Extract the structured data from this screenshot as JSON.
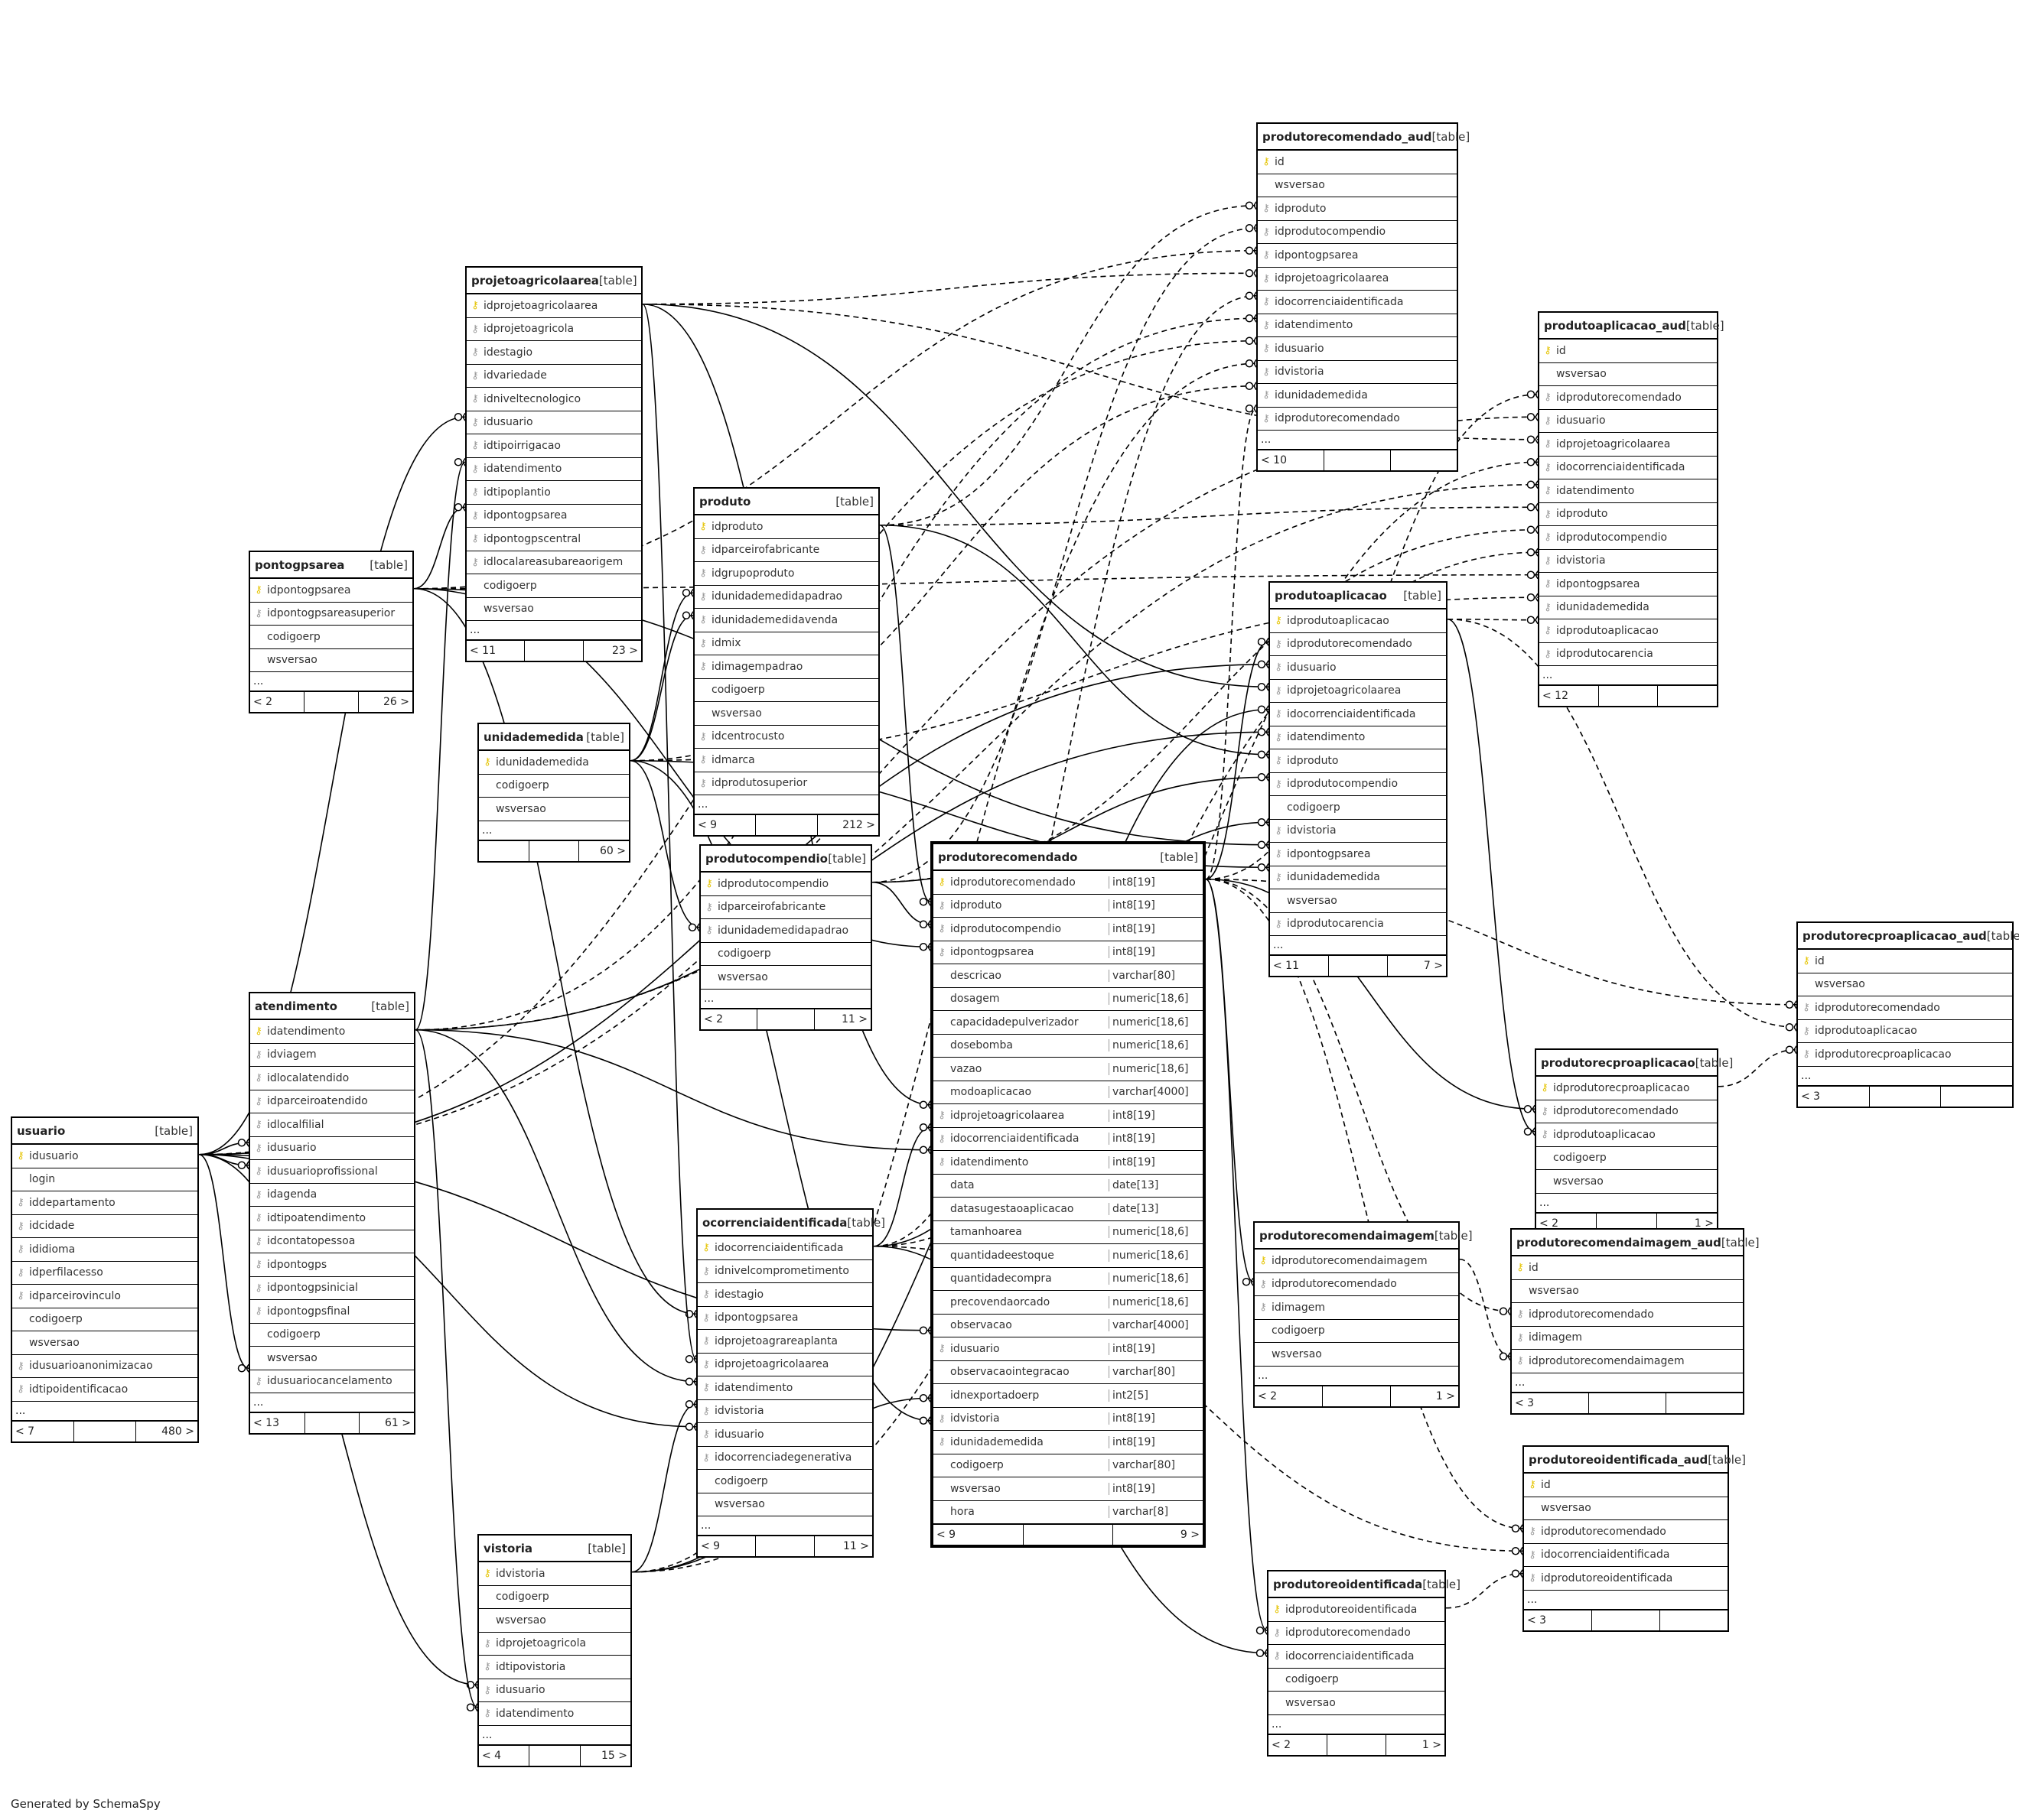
{
  "footer": "Generated by SchemaSpy",
  "type_label": "[table]",
  "more_label": "...",
  "tables": [
    {
      "id": "produtorecomendado_aud",
      "name": "produtorecomendado_aud",
      "cols": [
        [
          "id",
          "pk",
          ""
        ],
        [
          "wsversao",
          "",
          ""
        ],
        [
          "idproduto",
          "fk",
          ""
        ],
        [
          "idprodutocompendio",
          "fk",
          ""
        ],
        [
          "idpontogpsarea",
          "fk",
          ""
        ],
        [
          "idprojetoagricolaarea",
          "fk",
          ""
        ],
        [
          "idocorrenciaidentificada",
          "fk",
          ""
        ],
        [
          "idatendimento",
          "fk",
          ""
        ],
        [
          "idusuario",
          "fk",
          ""
        ],
        [
          "idvistoria",
          "fk",
          ""
        ],
        [
          "idunidademedida",
          "fk",
          ""
        ],
        [
          "idprodutorecomendado",
          "fk",
          ""
        ]
      ],
      "left": "< 10",
      "right": ""
    },
    {
      "id": "produtoaplicacao_aud",
      "name": "produtoaplicacao_aud",
      "cols": [
        [
          "id",
          "pk",
          ""
        ],
        [
          "wsversao",
          "",
          ""
        ],
        [
          "idprodutorecomendado",
          "fk",
          ""
        ],
        [
          "idusuario",
          "fk",
          ""
        ],
        [
          "idprojetoagricolaarea",
          "fk",
          ""
        ],
        [
          "idocorrenciaidentificada",
          "fk",
          ""
        ],
        [
          "idatendimento",
          "fk",
          ""
        ],
        [
          "idproduto",
          "fk",
          ""
        ],
        [
          "idprodutocompendio",
          "fk",
          ""
        ],
        [
          "idvistoria",
          "fk",
          ""
        ],
        [
          "idpontogpsarea",
          "fk",
          ""
        ],
        [
          "idunidademedida",
          "fk",
          ""
        ],
        [
          "idprodutoaplicacao",
          "fk",
          ""
        ],
        [
          "idprodutocarencia",
          "fk",
          ""
        ]
      ],
      "left": "< 12",
      "right": ""
    },
    {
      "id": "projetoagricolaarea",
      "name": "projetoagricolaarea",
      "cols": [
        [
          "idprojetoagricolaarea",
          "pk",
          ""
        ],
        [
          "idprojetoagricola",
          "fk",
          ""
        ],
        [
          "idestagio",
          "fk",
          ""
        ],
        [
          "idvariedade",
          "fk",
          ""
        ],
        [
          "idniveltecnologico",
          "fk",
          ""
        ],
        [
          "idusuario",
          "fk",
          ""
        ],
        [
          "idtipoirrigacao",
          "fk",
          ""
        ],
        [
          "idatendimento",
          "fk",
          ""
        ],
        [
          "idtipoplantio",
          "fk",
          ""
        ],
        [
          "idpontogpsarea",
          "fk",
          ""
        ],
        [
          "idpontogpscentral",
          "fk",
          ""
        ],
        [
          "idlocalareasubareaorigem",
          "fk",
          ""
        ],
        [
          "codigoerp",
          "",
          ""
        ],
        [
          "wsversao",
          "",
          ""
        ]
      ],
      "left": "< 11",
      "right": "23 >"
    },
    {
      "id": "pontogpsarea",
      "name": "pontogpsarea",
      "cols": [
        [
          "idpontogpsarea",
          "pk",
          ""
        ],
        [
          "idpontogpsareasuperior",
          "fk",
          ""
        ],
        [
          "codigoerp",
          "",
          ""
        ],
        [
          "wsversao",
          "",
          ""
        ]
      ],
      "left": "< 2",
      "right": "26 >"
    },
    {
      "id": "produto",
      "name": "produto",
      "cols": [
        [
          "idproduto",
          "pk",
          ""
        ],
        [
          "idparceirofabricante",
          "fk",
          ""
        ],
        [
          "idgrupoproduto",
          "fk",
          ""
        ],
        [
          "idunidademedidapadrao",
          "fk",
          ""
        ],
        [
          "idunidademedidavenda",
          "fk",
          ""
        ],
        [
          "idmix",
          "fk",
          ""
        ],
        [
          "idimagempadrao",
          "fk",
          ""
        ],
        [
          "codigoerp",
          "",
          ""
        ],
        [
          "wsversao",
          "",
          ""
        ],
        [
          "idcentrocusto",
          "fk",
          ""
        ],
        [
          "idmarca",
          "fk",
          ""
        ],
        [
          "idprodutosuperior",
          "fk",
          ""
        ]
      ],
      "left": "< 9",
      "right": "212 >"
    },
    {
      "id": "unidademedida",
      "name": "unidademedida",
      "cols": [
        [
          "idunidademedida",
          "pk",
          ""
        ],
        [
          "codigoerp",
          "",
          ""
        ],
        [
          "wsversao",
          "",
          ""
        ]
      ],
      "left": "",
      "right": "60 >"
    },
    {
      "id": "produtoaplicacao",
      "name": "produtoaplicacao",
      "cols": [
        [
          "idprodutoaplicacao",
          "pk",
          ""
        ],
        [
          "idprodutorecomendado",
          "fk",
          ""
        ],
        [
          "idusuario",
          "fk",
          ""
        ],
        [
          "idprojetoagricolaarea",
          "fk",
          ""
        ],
        [
          "idocorrenciaidentificada",
          "fk",
          ""
        ],
        [
          "idatendimento",
          "fk",
          ""
        ],
        [
          "idproduto",
          "fk",
          ""
        ],
        [
          "idprodutocompendio",
          "fk",
          ""
        ],
        [
          "codigoerp",
          "",
          ""
        ],
        [
          "idvistoria",
          "fk",
          ""
        ],
        [
          "idpontogpsarea",
          "fk",
          ""
        ],
        [
          "idunidademedida",
          "fk",
          ""
        ],
        [
          "wsversao",
          "",
          ""
        ],
        [
          "idprodutocarencia",
          "fk",
          ""
        ]
      ],
      "left": "< 11",
      "right": "7 >"
    },
    {
      "id": "produtocompendio",
      "name": "produtocompendio",
      "cols": [
        [
          "idprodutocompendio",
          "pk",
          ""
        ],
        [
          "idparceirofabricante",
          "fk",
          ""
        ],
        [
          "idunidademedidapadrao",
          "fk",
          ""
        ],
        [
          "codigoerp",
          "",
          ""
        ],
        [
          "wsversao",
          "",
          ""
        ]
      ],
      "left": "< 2",
      "right": "11 >"
    },
    {
      "id": "produtorecomendado",
      "name": "produtorecomendado",
      "main": true,
      "cols": [
        [
          "idprodutorecomendado",
          "pk",
          "int8[19]"
        ],
        [
          "idproduto",
          "fk",
          "int8[19]"
        ],
        [
          "idprodutocompendio",
          "fk",
          "int8[19]"
        ],
        [
          "idpontogpsarea",
          "fk",
          "int8[19]"
        ],
        [
          "descricao",
          "",
          "varchar[80]"
        ],
        [
          "dosagem",
          "",
          "numeric[18,6]"
        ],
        [
          "capacidadepulverizador",
          "",
          "numeric[18,6]"
        ],
        [
          "dosebomba",
          "",
          "numeric[18,6]"
        ],
        [
          "vazao",
          "",
          "numeric[18,6]"
        ],
        [
          "modoaplicacao",
          "",
          "varchar[4000]"
        ],
        [
          "idprojetoagricolaarea",
          "fk",
          "int8[19]"
        ],
        [
          "idocorrenciaidentificada",
          "fk",
          "int8[19]"
        ],
        [
          "idatendimento",
          "fk",
          "int8[19]"
        ],
        [
          "data",
          "",
          "date[13]"
        ],
        [
          "datasugestaoaplicacao",
          "",
          "date[13]"
        ],
        [
          "tamanhoarea",
          "",
          "numeric[18,6]"
        ],
        [
          "quantidadeestoque",
          "",
          "numeric[18,6]"
        ],
        [
          "quantidadecompra",
          "",
          "numeric[18,6]"
        ],
        [
          "precovendaorcado",
          "",
          "numeric[18,6]"
        ],
        [
          "observacao",
          "",
          "varchar[4000]"
        ],
        [
          "idusuario",
          "fk",
          "int8[19]"
        ],
        [
          "observacaointegracao",
          "",
          "varchar[80]"
        ],
        [
          "idnexportadoerp",
          "",
          "int2[5]"
        ],
        [
          "idvistoria",
          "fk",
          "int8[19]"
        ],
        [
          "idunidademedida",
          "fk",
          "int8[19]"
        ],
        [
          "codigoerp",
          "",
          "varchar[80]"
        ],
        [
          "wsversao",
          "",
          "int8[19]"
        ],
        [
          "hora",
          "",
          "varchar[8]"
        ]
      ],
      "left": "< 9",
      "right": "9 >",
      "nomore": true
    },
    {
      "id": "produtorecpoaplicacao_aud",
      "name": "produtorecproaplicacao_aud",
      "cols": [
        [
          "id",
          "pk",
          ""
        ],
        [
          "wsversao",
          "",
          ""
        ],
        [
          "idprodutorecomendado",
          "fk",
          ""
        ],
        [
          "idprodutoaplicacao",
          "fk",
          ""
        ],
        [
          "idprodutorecproaplicacao",
          "fk",
          ""
        ]
      ],
      "left": "< 3",
      "right": ""
    },
    {
      "id": "atendimento",
      "name": "atendimento",
      "cols": [
        [
          "idatendimento",
          "pk",
          ""
        ],
        [
          "idviagem",
          "fk",
          ""
        ],
        [
          "idlocalatendido",
          "fk",
          ""
        ],
        [
          "idparceiroatendido",
          "fk",
          ""
        ],
        [
          "idlocalfilial",
          "fk",
          ""
        ],
        [
          "idusuario",
          "fk",
          ""
        ],
        [
          "idusuarioprofissional",
          "fk",
          ""
        ],
        [
          "idagenda",
          "fk",
          ""
        ],
        [
          "idtipoatendimento",
          "fk",
          ""
        ],
        [
          "idcontatopessoa",
          "fk",
          ""
        ],
        [
          "idpontogps",
          "fk",
          ""
        ],
        [
          "idpontogpsinicial",
          "fk",
          ""
        ],
        [
          "idpontogpsfinal",
          "fk",
          ""
        ],
        [
          "codigoerp",
          "",
          ""
        ],
        [
          "wsversao",
          "",
          ""
        ],
        [
          "idusuariocancelamento",
          "fk",
          ""
        ]
      ],
      "left": "< 13",
      "right": "61 >"
    },
    {
      "id": "produtorecproaplicacao",
      "name": "produtorecproaplicacao",
      "cols": [
        [
          "idprodutorecproaplicacao",
          "pk",
          ""
        ],
        [
          "idprodutorecomendado",
          "fk",
          ""
        ],
        [
          "idprodutoaplicacao",
          "fk",
          ""
        ],
        [
          "codigoerp",
          "",
          ""
        ],
        [
          "wsversao",
          "",
          ""
        ]
      ],
      "left": "< 2",
      "right": "1 >"
    },
    {
      "id": "usuario",
      "name": "usuario",
      "cols": [
        [
          "idusuario",
          "pk",
          ""
        ],
        [
          "login",
          "",
          ""
        ],
        [
          "iddepartamento",
          "fk",
          ""
        ],
        [
          "idcidade",
          "fk",
          ""
        ],
        [
          "ididioma",
          "fk",
          ""
        ],
        [
          "idperfilacesso",
          "fk",
          ""
        ],
        [
          "idparceirovinculo",
          "fk",
          ""
        ],
        [
          "codigoerp",
          "",
          ""
        ],
        [
          "wsversao",
          "",
          ""
        ],
        [
          "idusuarioanonimizacao",
          "fk",
          ""
        ],
        [
          "idtipoidentificacao",
          "fk",
          ""
        ]
      ],
      "left": "< 7",
      "right": "480 >"
    },
    {
      "id": "ocorrenciaidentificada",
      "name": "ocorrenciaidentificada",
      "cols": [
        [
          "idocorrenciaidentificada",
          "pk",
          ""
        ],
        [
          "idnivelcomprometimento",
          "fk",
          ""
        ],
        [
          "idestagio",
          "fk",
          ""
        ],
        [
          "idpontogpsarea",
          "fk",
          ""
        ],
        [
          "idprojetoagrareaplanta",
          "fk",
          ""
        ],
        [
          "idprojetoagricolaarea",
          "fk",
          ""
        ],
        [
          "idatendimento",
          "fk",
          ""
        ],
        [
          "idvistoria",
          "fk",
          ""
        ],
        [
          "idusuario",
          "fk",
          ""
        ],
        [
          "idocorrenciadegenerativa",
          "fk",
          ""
        ],
        [
          "codigoerp",
          "",
          ""
        ],
        [
          "wsversao",
          "",
          ""
        ]
      ],
      "left": "< 9",
      "right": "11 >"
    },
    {
      "id": "produtorecomendaimagem",
      "name": "produtorecomendaimagem",
      "cols": [
        [
          "idprodutorecomendaimagem",
          "pk",
          ""
        ],
        [
          "idprodutorecomendado",
          "fk",
          ""
        ],
        [
          "idimagem",
          "fk",
          ""
        ],
        [
          "codigoerp",
          "",
          ""
        ],
        [
          "wsversao",
          "",
          ""
        ]
      ],
      "left": "< 2",
      "right": "1 >"
    },
    {
      "id": "produtorecomendaimagem_aud",
      "name": "produtorecomendaimagem_aud",
      "cols": [
        [
          "id",
          "pk",
          ""
        ],
        [
          "wsversao",
          "",
          ""
        ],
        [
          "idprodutorecomendado",
          "fk",
          ""
        ],
        [
          "idimagem",
          "fk",
          ""
        ],
        [
          "idprodutorecomendaimagem",
          "fk",
          ""
        ]
      ],
      "left": "< 3",
      "right": ""
    },
    {
      "id": "produtoreoidentificada_aud",
      "name": "produtoreoidentificada_aud",
      "cols": [
        [
          "id",
          "pk",
          ""
        ],
        [
          "wsversao",
          "",
          ""
        ],
        [
          "idprodutorecomendado",
          "fk",
          ""
        ],
        [
          "idocorrenciaidentificada",
          "fk",
          ""
        ],
        [
          "idprodutoreoidentificada",
          "fk",
          ""
        ]
      ],
      "left": "< 3",
      "right": ""
    },
    {
      "id": "vistoria",
      "name": "vistoria",
      "cols": [
        [
          "idvistoria",
          "pk",
          ""
        ],
        [
          "codigoerp",
          "",
          ""
        ],
        [
          "wsversao",
          "",
          ""
        ],
        [
          "idprojetoagricola",
          "fk",
          ""
        ],
        [
          "idtipovistoria",
          "fk",
          ""
        ],
        [
          "idusuario",
          "fk",
          ""
        ],
        [
          "idatendimento",
          "fk",
          ""
        ]
      ],
      "left": "< 4",
      "right": "15 >"
    },
    {
      "id": "produtoreoidentificada",
      "name": "produtoreoidentificada",
      "cols": [
        [
          "idprodutoreoidentificada",
          "pk",
          ""
        ],
        [
          "idprodutorecomendado",
          "fk",
          ""
        ],
        [
          "idocorrenciaidentificada",
          "fk",
          ""
        ],
        [
          "codigoerp",
          "",
          ""
        ],
        [
          "wsversao",
          "",
          ""
        ]
      ],
      "left": "< 2",
      "right": "1 >"
    }
  ]
}
